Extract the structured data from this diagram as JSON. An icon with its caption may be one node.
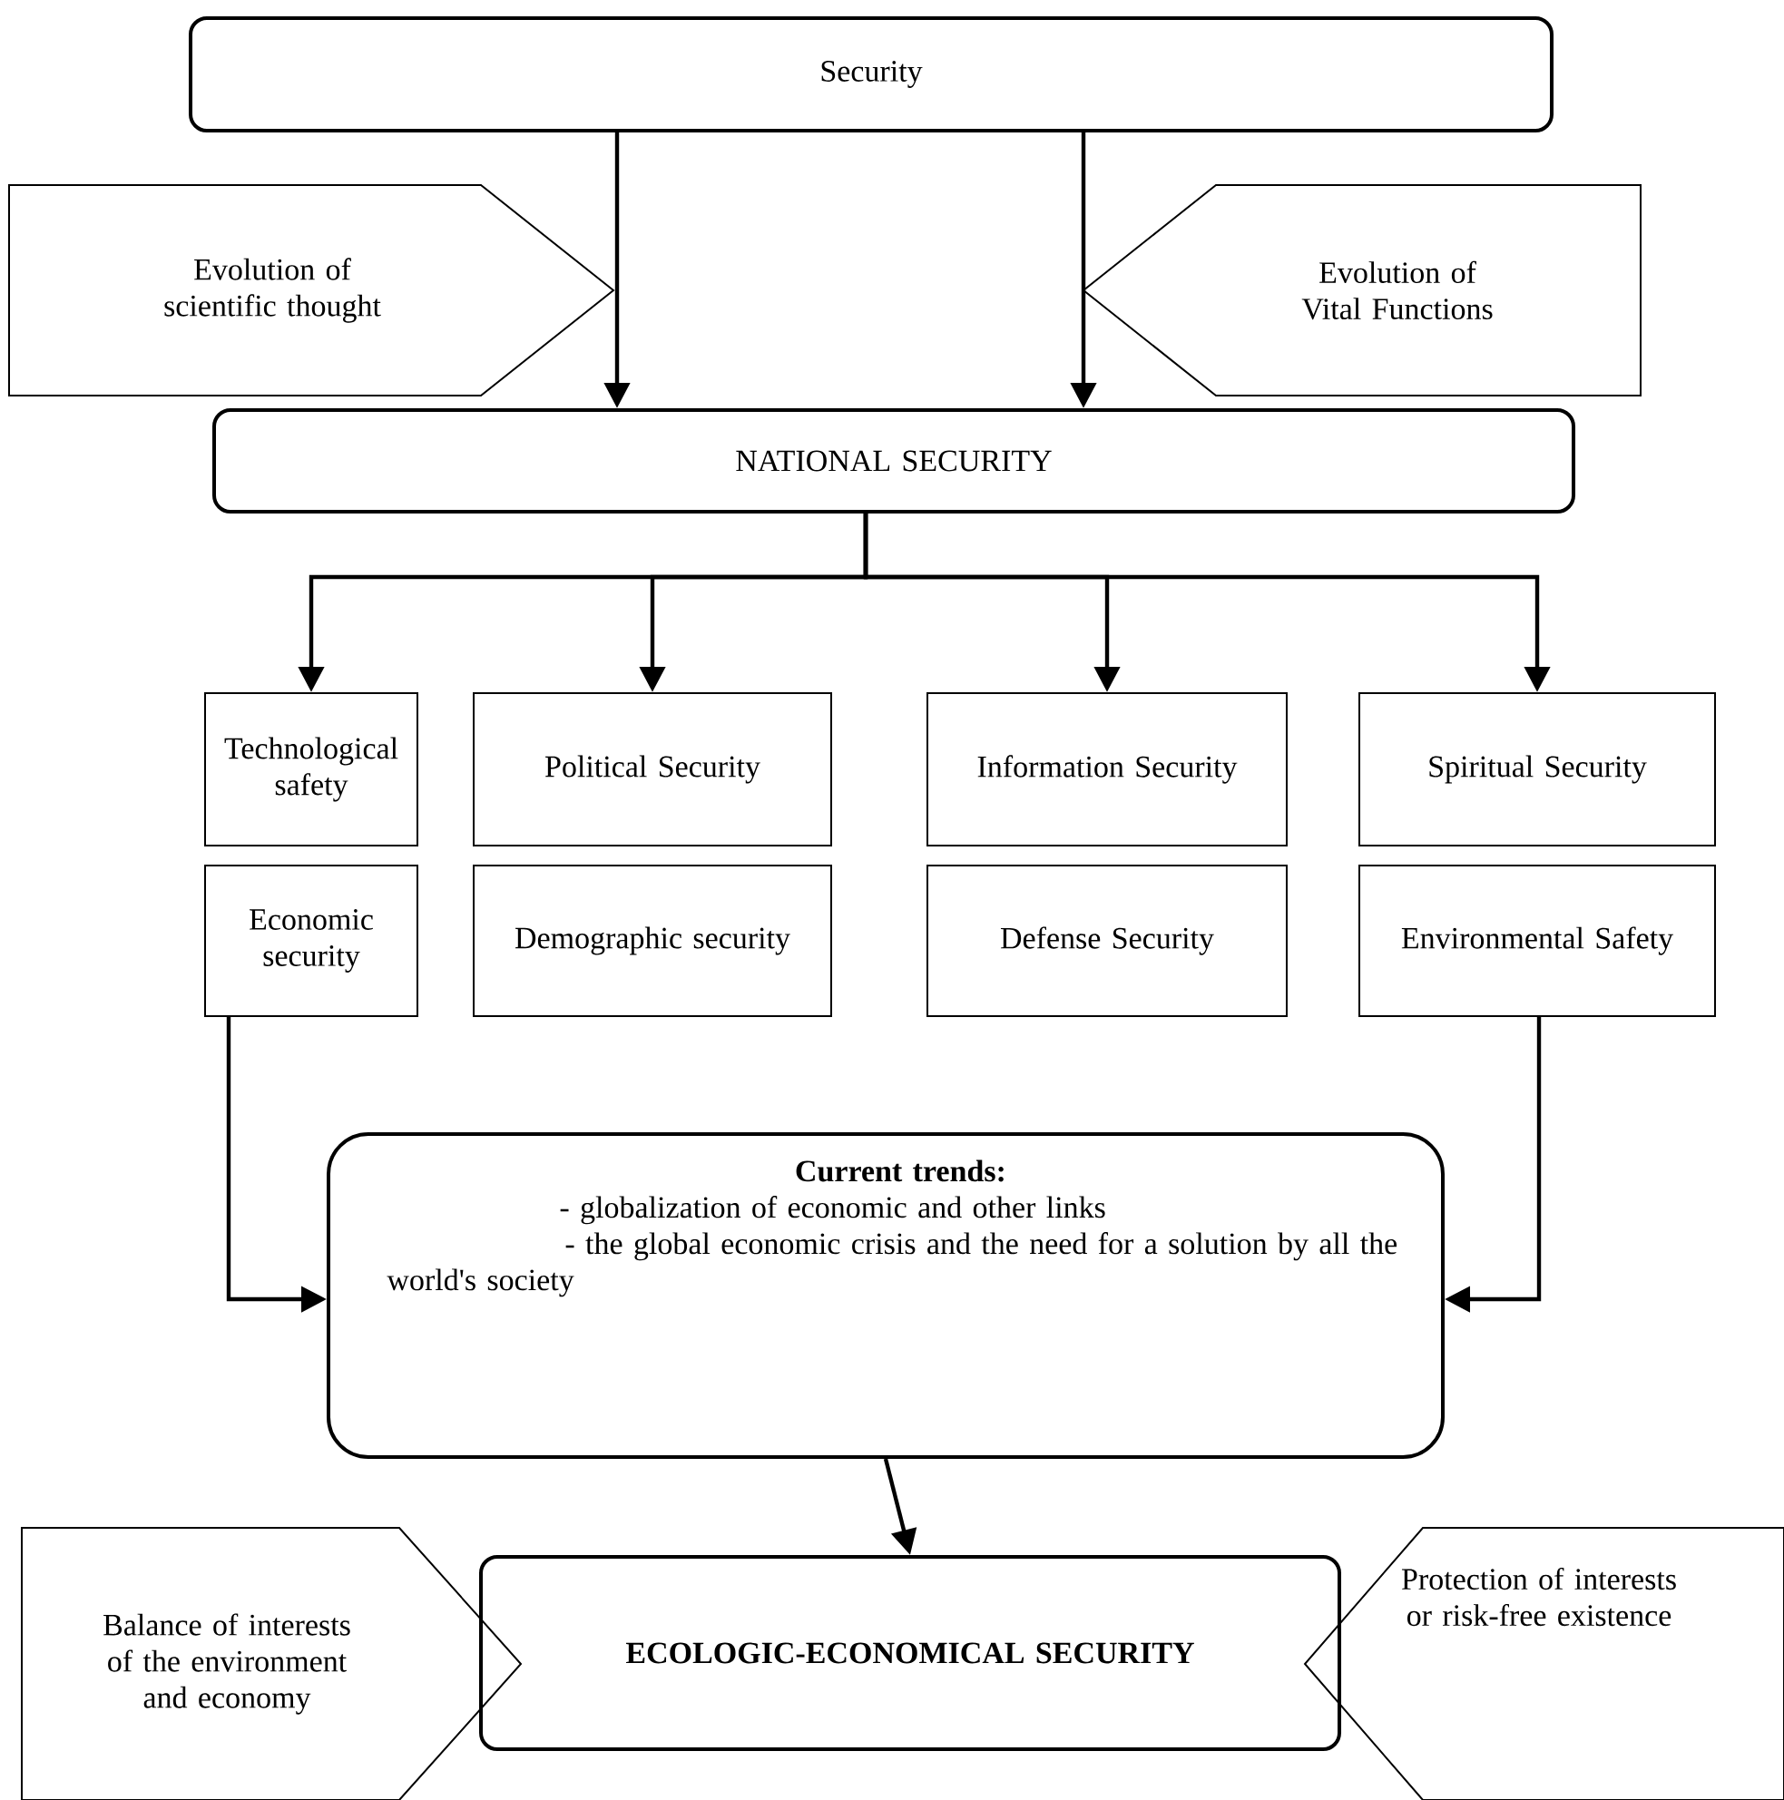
{
  "diagram": {
    "nodes": [
      {
        "text": [
          "Security"
        ]
      },
      {
        "text": [
          "Evolution of scientific thought"
        ]
      },
      {
        "text": [
          "Evolution of Vital Functions"
        ]
      },
      {
        "text": [
          "NATIONAL SECURITY"
        ]
      },
      {
        "text": [
          "Technological safety"
        ]
      },
      {
        "text": [
          "Political Security"
        ]
      },
      {
        "text": [
          "Information Security"
        ]
      },
      {
        "text": [
          "Spiritual Security"
        ]
      },
      {
        "text": [
          "Economic security"
        ]
      },
      {
        "text": [
          "Demographic security"
        ]
      },
      {
        "text": [
          "Defense Security"
        ]
      },
      {
        "text": [
          "Environmental Safety"
        ]
      },
      {
        "text": [
          "Current trends:",
          "- globalization of economic and other links",
          "- the global economic crisis and the need for a solution by all the world's society"
        ]
      },
      {
        "text": [
          "ECOLOGIC-ECONOMICAL SECURITY"
        ]
      },
      {
        "text": [
          "Balance of interests of the environment and economy"
        ]
      },
      {
        "text": [
          "Protection of interests or risk-free existence"
        ]
      }
    ],
    "edges": [
      {
        "from": 0,
        "to": 3,
        "arrow": "to"
      },
      {
        "from": 0,
        "to": 3,
        "arrow": "to"
      },
      {
        "from": 3,
        "to": 4,
        "arrow": "to"
      },
      {
        "from": 3,
        "to": 5,
        "arrow": "to"
      },
      {
        "from": 3,
        "to": 6,
        "arrow": "to"
      },
      {
        "from": 3,
        "to": 7,
        "arrow": "to"
      },
      {
        "from": 8,
        "to": 12,
        "arrow": "to"
      },
      {
        "from": 11,
        "to": 12,
        "arrow": "to"
      },
      {
        "from": 12,
        "to": 13,
        "arrow": "to"
      }
    ]
  }
}
